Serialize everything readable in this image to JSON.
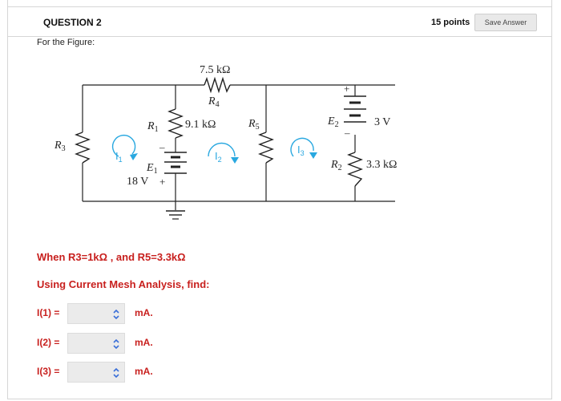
{
  "header": {
    "question_title": "QUESTION 2",
    "points": "15 points",
    "save_label": "Save Answer"
  },
  "prompt": "For the Figure:",
  "figure": {
    "r4_value": "7.5 kΩ",
    "r4_label": "R",
    "r4_sub": "4",
    "r1_label": "R",
    "r1_sub": "1",
    "r1_value": "9.1 kΩ",
    "r5_label": "R",
    "r5_sub": "5",
    "r3_label": "R",
    "r3_sub": "3",
    "e1_label": "E",
    "e1_sub": "1",
    "e1_value": "18 V",
    "e1_plus": "+",
    "e1_minus": "–",
    "e2_label": "E",
    "e2_sub": "2",
    "e2_value": "3 V",
    "e2_plus": "+",
    "e2_minus": "–",
    "r2_label": "R",
    "r2_sub": "2",
    "r2_value": "3.3 kΩ",
    "i1_label": "I",
    "i1_sub": "1",
    "i2_label": "I",
    "i2_sub": "2",
    "i3_label": "I",
    "i3_sub": "3",
    "accent_color": "#29a8e0"
  },
  "condition": "When R3=1kΩ , and R5=3.3kΩ",
  "instruction": "Using Current Mesh Analysis, find:",
  "answers": [
    {
      "label": "I(1) =",
      "unit": "mA."
    },
    {
      "label": "I(2) =",
      "unit": "mA."
    },
    {
      "label": "I(3) =",
      "unit": "mA."
    }
  ]
}
